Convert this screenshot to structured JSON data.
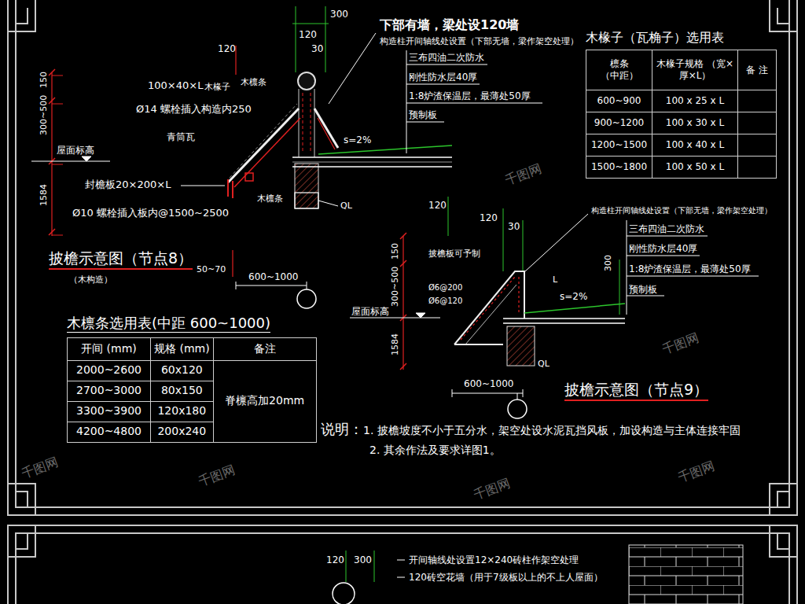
{
  "diagram": {
    "nodes": [
      {
        "text": [
          "木椽子（瓦桷子）选用表",
          "檩条 （中距）",
          "木椽子规格 （宽×厚×L）",
          "备 注",
          "600~900",
          "100 x 25 x L",
          "900~1200",
          "100 x 30 x L",
          "1200~1500",
          "100 x 40 x L",
          "1500~1800",
          "100 x 50 x L"
        ]
      },
      {
        "text": [
          "木檩条选用表(中距 600~1000)",
          "开间 (mm)",
          "规格 (mm)",
          "备注",
          "2000~2600",
          "60x120",
          "脊檩高加20mm",
          "2700~3000",
          "80x150",
          "3300~3900",
          "120x180",
          "4200~4800",
          "200x240"
        ]
      }
    ],
    "labels": [
      "300",
      "120",
      "30",
      "120",
      "下部有墙，梁处设120墙",
      "构造柱开间轴线处设置（下部无墙，梁作架空处理）",
      "三布四油二次防水",
      "刚性防水层40厚",
      "1:8炉渣保温层，最薄处50厚",
      "预制板",
      "s=2%",
      "150",
      "300~500",
      "屋面标高",
      "1584",
      "100×40×L",
      "木椽子",
      "木檩条",
      "Ø14 螺栓插入构造内250",
      "青筒瓦",
      "封檐板20×200×L",
      "Ø10 螺栓插入板内@1500~2500",
      "木檩条",
      "QL",
      "披檐示意图（节点8）",
      "（木构造）",
      "50~70",
      "600~1000",
      "120",
      "120",
      "30",
      "构造柱开间轴线处设置（下部无墙，梁作架空处理）",
      "三布四油二次防水",
      "刚性防水层40厚",
      "1:8炉渣保温层，最薄处50厚",
      "预制板",
      "300",
      "L",
      "s=2%",
      "披檐板可予制",
      "150",
      "300~500",
      "1584",
      "Ø6@200",
      "Ø6@120",
      "屋面标高",
      "QL",
      "600~1000",
      "披檐示意图（节点9）",
      "说明：",
      "1. 披檐坡度不小于五分水，架空处设水泥瓦挡风板，加设构造与主体连接牢固",
      "2. 其余作法及要求详图1。",
      "120",
      "300",
      "开间轴线处设置12×240砖柱作架空处理",
      "120砖空花墙（用于7级板以上的不上人屋面）",
      "千图网",
      "千图网",
      "千图网",
      "千图网",
      "千图网",
      "千图网"
    ]
  }
}
